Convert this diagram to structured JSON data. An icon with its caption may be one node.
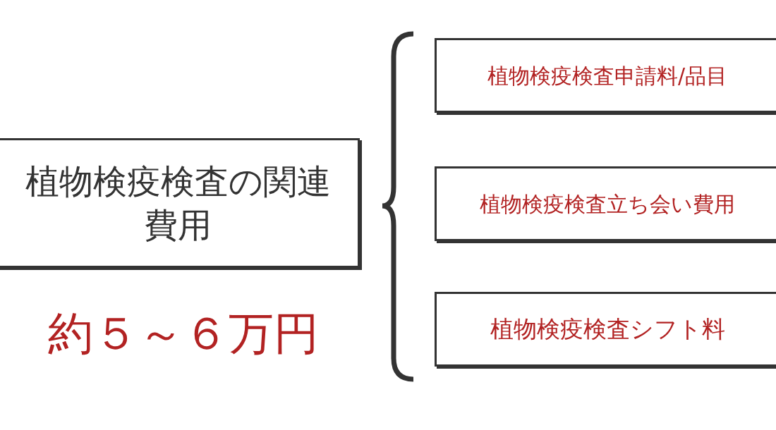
{
  "diagram": {
    "nodes": [
      {
        "text": [
          "植物検疫検査の関連費用"
        ],
        "beside": [
          "約５～６万円"
        ]
      },
      {
        "text": [
          "植物検疫検査申請料/品目"
        ]
      },
      {
        "text": [
          "植物検疫検査立ち会い費用"
        ]
      },
      {
        "text": [
          "植物検疫検査シフト料"
        ]
      }
    ]
  }
}
